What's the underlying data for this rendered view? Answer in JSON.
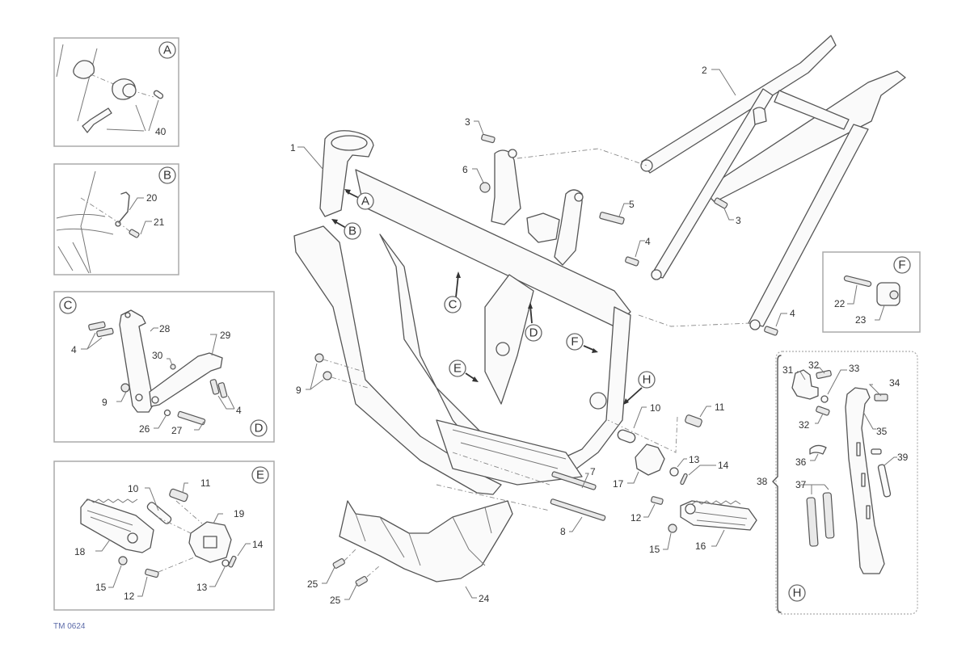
{
  "figure_ref": "TM 0624",
  "callouts": {
    "A": "A",
    "B": "B",
    "C": "C",
    "D": "D",
    "E": "E",
    "F": "F",
    "H": "H"
  },
  "inset_A": {
    "letter": "A",
    "labels": [
      "40"
    ]
  },
  "inset_B": {
    "letter": "B",
    "labels": [
      "20",
      "21"
    ]
  },
  "inset_CD": {
    "letters": [
      "C",
      "D"
    ],
    "labels": [
      "28",
      "29",
      "4",
      "30",
      "9",
      "4",
      "26",
      "27"
    ]
  },
  "inset_E": {
    "letter": "E",
    "labels": [
      "10",
      "11",
      "19",
      "18",
      "14",
      "15",
      "12",
      "13"
    ]
  },
  "inset_F": {
    "letter": "F",
    "labels": [
      "22",
      "23"
    ]
  },
  "inset_H": {
    "letter": "H",
    "group_label": "38",
    "labels": [
      "31",
      "32",
      "33",
      "34",
      "32",
      "35",
      "36",
      "39",
      "37"
    ]
  },
  "main_labels": {
    "l1": "1",
    "l2": "2",
    "l3a": "3",
    "l3b": "3",
    "l6": "6",
    "l5": "5",
    "l4a": "4",
    "l4b": "4",
    "l9": "9",
    "l10": "10",
    "l11": "11",
    "l13": "13",
    "l14": "14",
    "l17": "17",
    "l7": "7",
    "l8": "8",
    "l12": "12",
    "l15": "15",
    "l16": "16",
    "l25a": "25",
    "l25b": "25",
    "l24": "24"
  }
}
